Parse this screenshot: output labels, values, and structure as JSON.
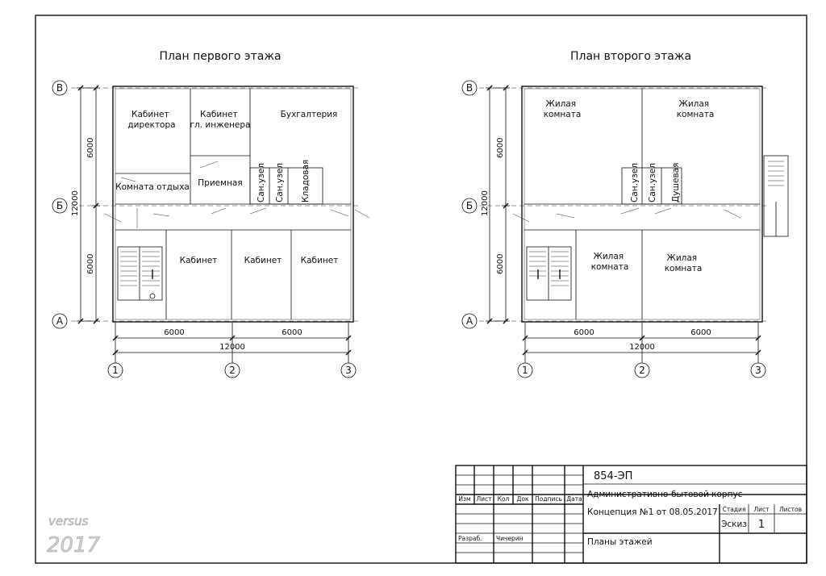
{
  "sheet": {
    "plan1_title": "План первого этажа",
    "plan2_title": "План второго этажа",
    "axes_rows": [
      "В",
      "Б",
      "А"
    ],
    "axes_cols": [
      "1",
      "2",
      "3"
    ],
    "dims": {
      "half": "6000",
      "total": "12000"
    }
  },
  "plan1": {
    "rooms": {
      "director": [
        "Кабинет",
        "директора"
      ],
      "engineer": [
        "Кабинет",
        "гл. инженера"
      ],
      "accounting": "Бухгалтерия",
      "rest": "Комната отдыха",
      "reception": "Приемная",
      "wc1": "Сан.узел",
      "wc2": "Сан.узел",
      "storage": "Кладовая",
      "office1": "Кабинет",
      "office2": "Кабинет",
      "office3": "Кабинет"
    }
  },
  "plan2": {
    "rooms": {
      "living1": [
        "Жилая",
        "комната"
      ],
      "living2": [
        "Жилая",
        "комната"
      ],
      "living3": [
        "Жилая",
        "комната"
      ],
      "living4": [
        "Жилая",
        "комната"
      ],
      "wc1": "Сан.узел",
      "wc2": "Сан.узел",
      "shower": "Душевая"
    }
  },
  "stamp": {
    "code": "854-ЭП",
    "project": "Административно-бытовой корпус",
    "concept": "Концепция №1 от 08.05.2017",
    "sheet_name": "Планы этажей",
    "headers": [
      "Изм",
      "Лист",
      "Кол",
      "Док",
      "Подпись",
      "Дата"
    ],
    "developed_label": "Разраб.",
    "developer": "Чичерин",
    "stage_label": "Стадия",
    "sheet_label": "Лист",
    "sheets_label": "Листов",
    "stage": "Эскиз",
    "sheet_no": "1"
  },
  "watermark": {
    "name": "versus",
    "year": "2017"
  }
}
